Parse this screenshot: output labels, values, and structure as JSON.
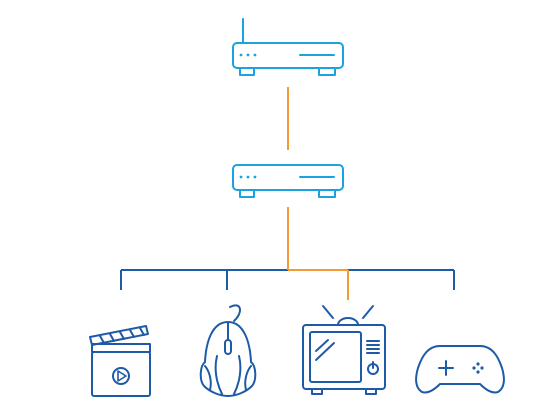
{
  "colors": {
    "router": "#1aa3e0",
    "icons": "#1e5aa8",
    "main_link": "#f39a33",
    "bus": "#1e5aa8",
    "background": "#ffffff"
  },
  "nodes": {
    "router": {
      "icon": "wifi-router-icon"
    },
    "switch": {
      "icon": "network-switch-icon"
    },
    "devices": [
      {
        "icon": "media-player-icon",
        "connection": "bus"
      },
      {
        "icon": "gaming-mouse-icon",
        "connection": "bus"
      },
      {
        "icon": "smart-tv-icon",
        "connection": "main-link"
      },
      {
        "icon": "gamepad-icon",
        "connection": "bus"
      }
    ]
  }
}
